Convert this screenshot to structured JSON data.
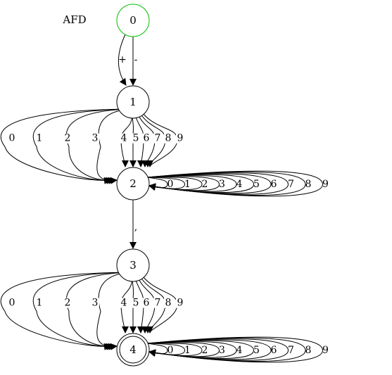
{
  "title": "AFD",
  "colors": {
    "start_state": "#00c000",
    "stroke": "#000000",
    "background": "#ffffff"
  },
  "states": [
    {
      "id": "0",
      "label": "0",
      "start": true,
      "accepting": false
    },
    {
      "id": "1",
      "label": "1",
      "start": false,
      "accepting": false
    },
    {
      "id": "2",
      "label": "2",
      "start": false,
      "accepting": false
    },
    {
      "id": "3",
      "label": "3",
      "start": false,
      "accepting": false
    },
    {
      "id": "4",
      "label": "4",
      "start": false,
      "accepting": true
    }
  ],
  "transitions": [
    {
      "from": "0",
      "to": "1",
      "labels": [
        "+",
        "-"
      ]
    },
    {
      "from": "1",
      "to": "2",
      "labels": [
        "0",
        "1",
        "2",
        "3",
        "4",
        "5",
        "6",
        "7",
        "8",
        "9"
      ]
    },
    {
      "from": "2",
      "to": "2",
      "labels": [
        "0",
        "1",
        "2",
        "3",
        "4",
        "5",
        "6",
        "7",
        "8",
        "9"
      ]
    },
    {
      "from": "2",
      "to": "3",
      "labels": [
        ","
      ]
    },
    {
      "from": "3",
      "to": "4",
      "labels": [
        "0",
        "1",
        "2",
        "3",
        "4",
        "5",
        "6",
        "7",
        "8",
        "9"
      ]
    },
    {
      "from": "4",
      "to": "4",
      "labels": [
        "0",
        "1",
        "2",
        "3",
        "4",
        "5",
        "6",
        "7",
        "8",
        "9"
      ]
    }
  ]
}
